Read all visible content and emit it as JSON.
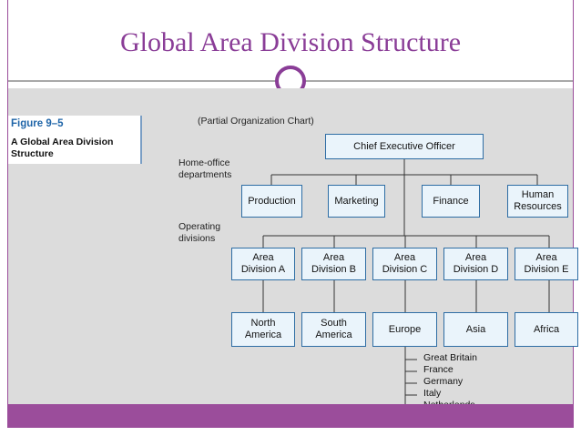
{
  "slide": {
    "title": "Global Area Division Structure"
  },
  "figure": {
    "number": "Figure 9–5",
    "caption": "A Global Area Division Structure"
  },
  "chart": {
    "subtitle": "(Partial Organization Chart)",
    "home_office_label": "Home-office departments",
    "operating_label": "Operating divisions",
    "ceo": "Chief Executive Officer",
    "departments": [
      "Production",
      "Marketing",
      "Finance",
      "Human\nResources"
    ],
    "divisions": [
      "Area\nDivision A",
      "Area\nDivision B",
      "Area\nDivision C",
      "Area\nDivision D",
      "Area\nDivision E"
    ],
    "regions": [
      "North\nAmerica",
      "South\nAmerica",
      "Europe",
      "Asia",
      "Africa"
    ],
    "countries": [
      "Great Britain",
      "France",
      "Germany",
      "Italy",
      "Netherlands"
    ]
  },
  "colors": {
    "accent": "#8a3d97",
    "box_fill": "#eaf4fb",
    "box_border": "#2e6da4",
    "panel": "#dcdcdc",
    "figure_number": "#1f65a8"
  }
}
